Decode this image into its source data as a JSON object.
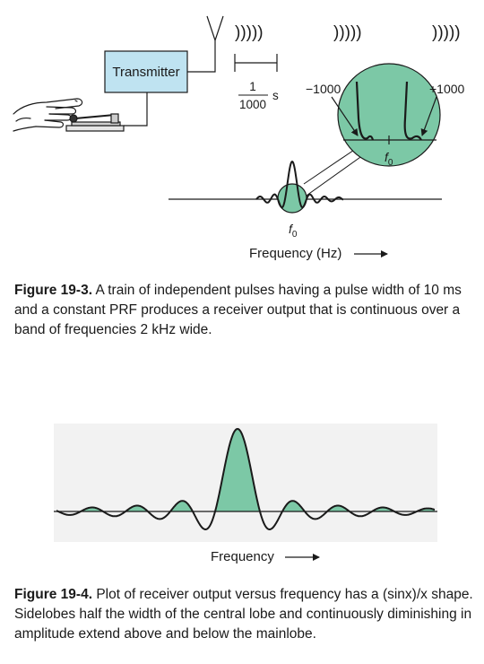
{
  "figure_19_3": {
    "transmitter_label": "Transmitter",
    "pulse_period_numerator": "1",
    "pulse_period_denominator": "1000",
    "pulse_period_unit": "s",
    "pulse_wave_glyph": ")))))",
    "sideband_left_label": "−1000",
    "sideband_right_label": "+1000",
    "center_freq_symbol": "f",
    "center_freq_subscript": "0",
    "x_axis_label": "Frequency (Hz)",
    "caption_label": "Figure 19-3.",
    "caption_text": "A train of independent pulses having a pulse width of 10 ms and a constant PRF produces a receiver output that is continuous over a band of frequencies 2 kHz wide."
  },
  "figure_19_4": {
    "x_axis_label": "Frequency",
    "caption_label": "Figure 19-4.",
    "caption_text": "Plot of receiver output versus frequency has a (sinx)/x shape. Sidelobes half the width of the central lobe and continuously diminishing in amplitude extend above and below the mainlobe."
  },
  "colors": {
    "transmitter_fill": "#bfe3f1",
    "lobe_fill": "#7cc8a6",
    "stroke": "#1a1a1a"
  }
}
